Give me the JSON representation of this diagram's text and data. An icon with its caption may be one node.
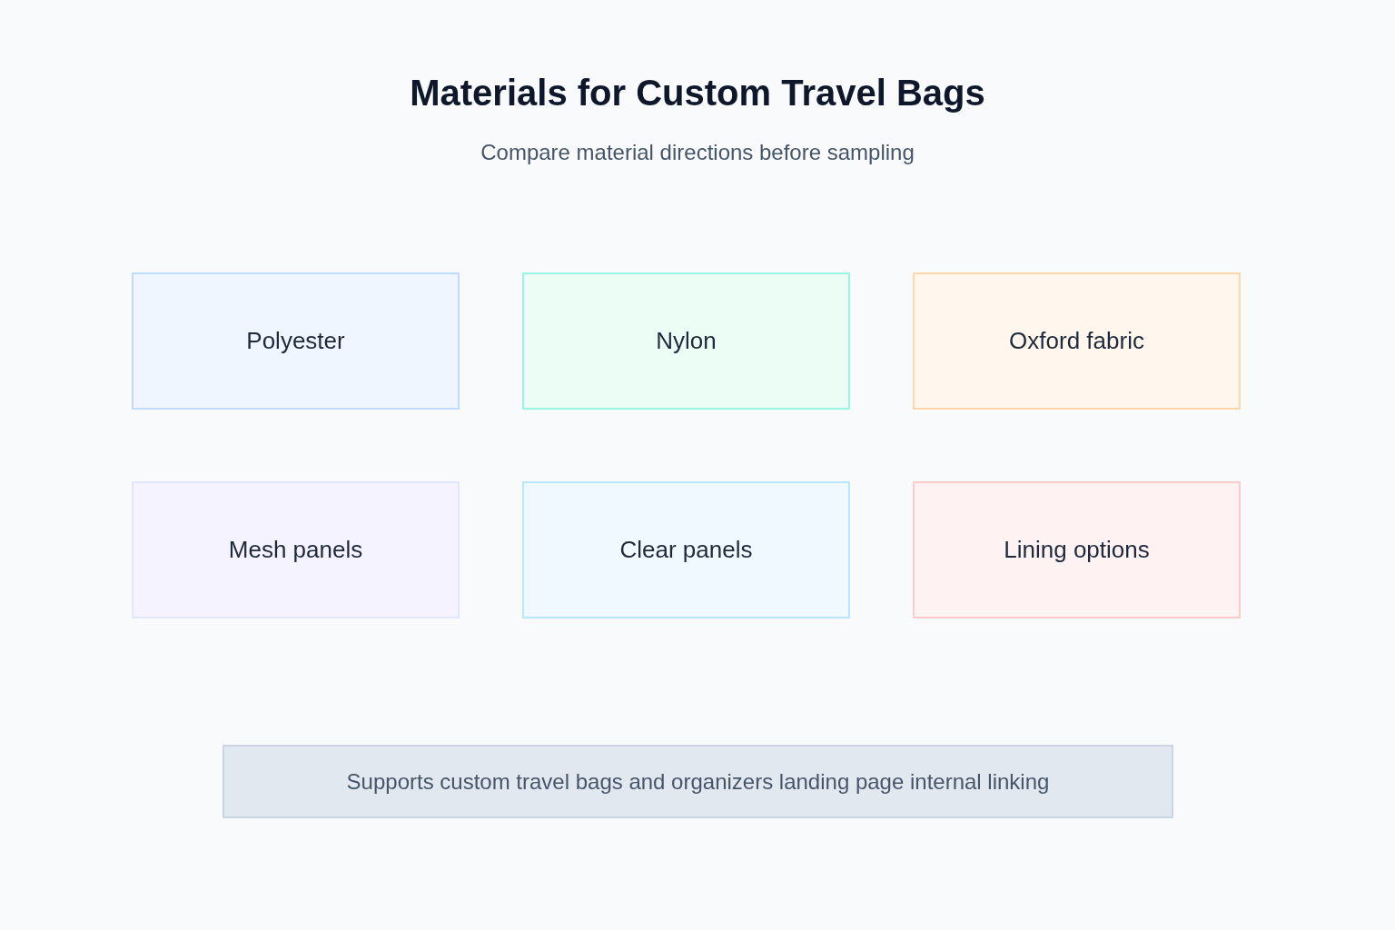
{
  "diagram": {
    "title": "Materials for Custom Travel Bags",
    "nodes": [
      {
        "text": [
          "Polyester"
        ]
      },
      {
        "text": [
          "Nylon"
        ]
      },
      {
        "text": [
          "Oxford fabric"
        ]
      },
      {
        "text": [
          "Mesh panels"
        ]
      },
      {
        "text": [
          "Clear panels"
        ]
      },
      {
        "text": [
          "Lining options"
        ]
      },
      {
        "text": [
          "Supports custom travel bags and organizers landing page internal linking"
        ]
      }
    ],
    "labels": [
      "Compare material directions before sampling"
    ]
  }
}
